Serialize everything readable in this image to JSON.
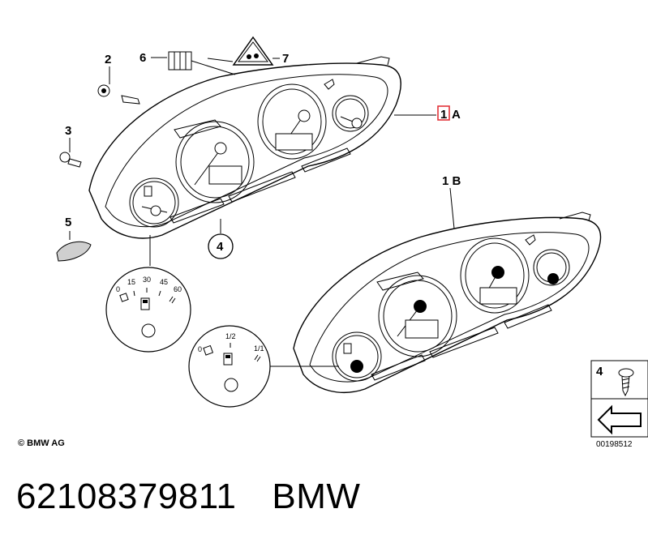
{
  "callouts": {
    "c1_num": "1",
    "c1_letter": "A",
    "c1b": "1 B",
    "c2": "2",
    "c3": "3",
    "c4_circle": "4",
    "c4_box": "4",
    "c5": "5",
    "c6": "6",
    "c7": "7"
  },
  "fuel_gauge_a": {
    "ticks": [
      "0",
      "15",
      "30",
      "45",
      "60"
    ]
  },
  "fuel_gauge_b": {
    "ticks": [
      "0",
      "1/2",
      "1/1"
    ]
  },
  "footer": {
    "copyright": "© BMW AG",
    "ref_number": "00198512"
  },
  "caption": {
    "part_number": "62108379811",
    "brand": "BMW"
  },
  "colors": {
    "highlight": "#e2343a"
  }
}
